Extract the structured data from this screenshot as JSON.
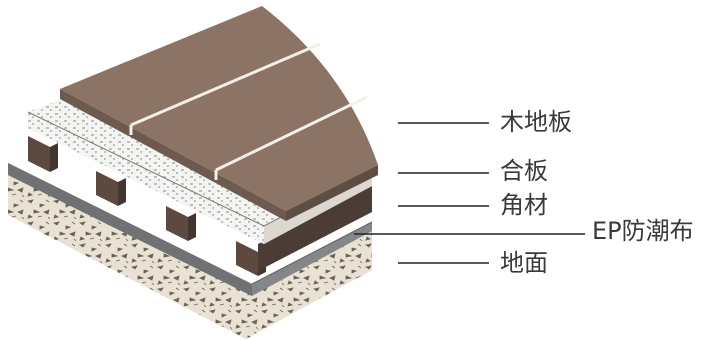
{
  "labels": {
    "wood_floor": "木地板",
    "plywood": "合板",
    "joist": "角材",
    "ep_membrane": "EP防潮布",
    "ground": "地面"
  },
  "colors": {
    "wood_top": "#8b7466",
    "wood_side": "#6e5a4e",
    "wood_seam": "#f4efe8",
    "plywood_face": "#f3f3f1",
    "plywood_side": "#e9e7e2",
    "joist_face": "#5c4a40",
    "joist_side": "#433630",
    "membrane": "#848688",
    "ground_face": "#e8e1d4",
    "ground_speckle": "#6d6256",
    "leader_line": "#222222",
    "label_text": "#3a3a3a"
  }
}
